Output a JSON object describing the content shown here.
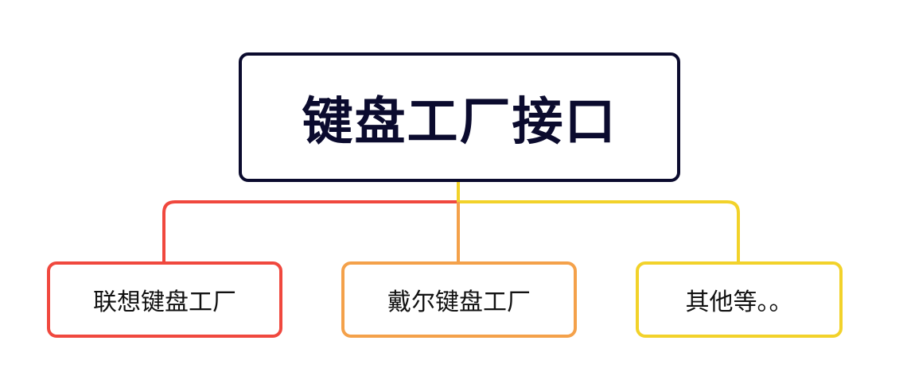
{
  "root": {
    "label": "键盘工厂接口",
    "color": "#0b0b2e"
  },
  "children": [
    {
      "label": "联想键盘工厂",
      "color": "#f0483e"
    },
    {
      "label": "戴尔键盘工厂",
      "color": "#f4a14a"
    },
    {
      "label": "其他等。。",
      "color": "#f2d22a"
    }
  ]
}
